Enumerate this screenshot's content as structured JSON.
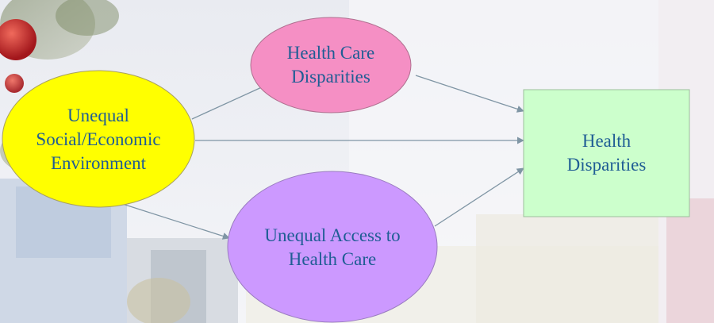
{
  "colors": {
    "text": "#1f5d94",
    "arrow": "#7f95a4",
    "unequal_environment_fill": "#ffff00",
    "health_care_disparities_fill": "#f58fc4",
    "unequal_access_fill": "#cc99ff",
    "health_disparities_fill": "#ccffcc"
  },
  "nodes": {
    "unequal_environment": {
      "line1": "Unequal",
      "line2": "Social/Economic",
      "line3": "Environment"
    },
    "health_care_disparities": {
      "line1": "Health Care",
      "line2": "Disparities"
    },
    "unequal_access": {
      "line1": "Unequal Access to",
      "line2": "Health Care"
    },
    "health_disparities": {
      "line1": "Health",
      "line2": "Disparities"
    }
  }
}
